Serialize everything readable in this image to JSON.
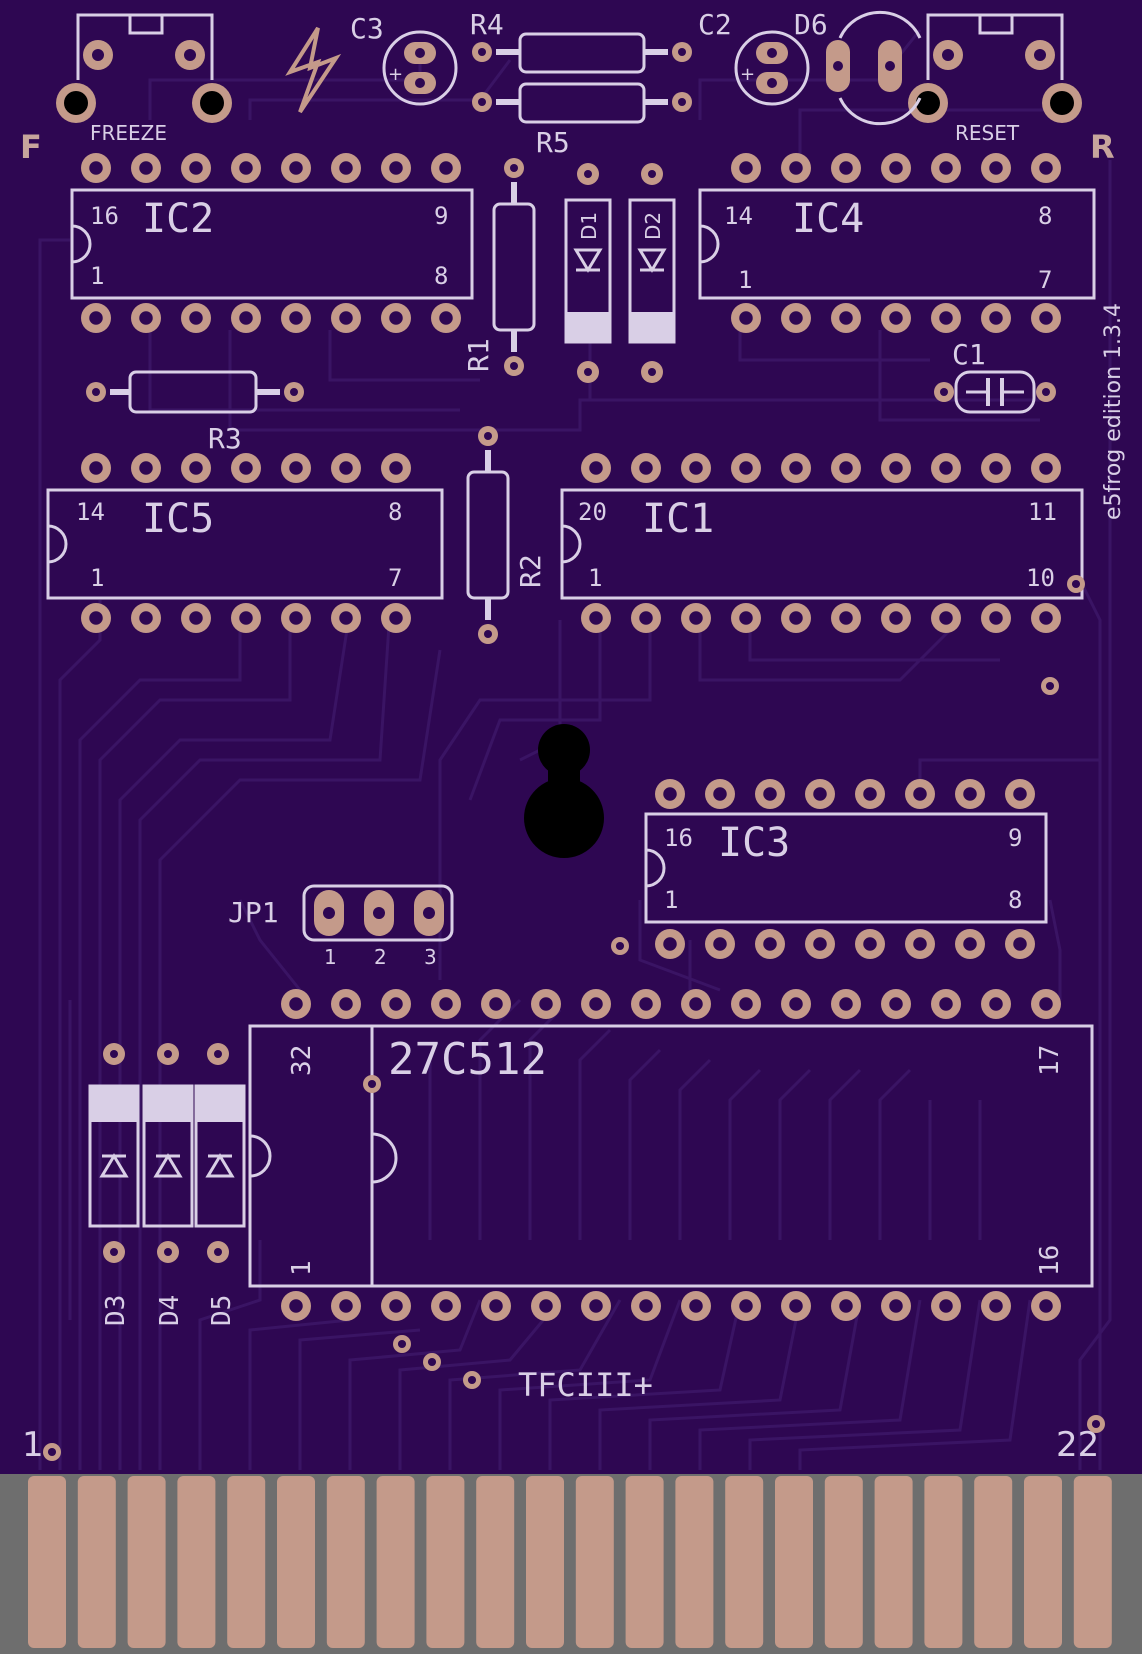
{
  "board": {
    "colors": {
      "pcb": "#2e0752",
      "trace": "#3a1464",
      "silkscreen": "#d9cfe6",
      "copper": "#c49a8a",
      "hole": "#2e0752",
      "edge": "#6e6e6e"
    }
  },
  "ics": [
    {
      "id": "IC2",
      "pin_first": "16",
      "pin_last_top": "9",
      "pin_1": "1",
      "pin_last_bottom": "8"
    },
    {
      "id": "IC4",
      "pin_first": "14",
      "pin_last_top": "8",
      "pin_1": "1",
      "pin_last_bottom": "7"
    },
    {
      "id": "IC5",
      "pin_first": "14",
      "pin_last_top": "8",
      "pin_1": "1",
      "pin_last_bottom": "7"
    },
    {
      "id": "IC1",
      "pin_first": "20",
      "pin_last_top": "11",
      "pin_1": "1",
      "pin_last_bottom": "10"
    },
    {
      "id": "IC3",
      "pin_first": "16",
      "pin_last_top": "9",
      "pin_1": "1",
      "pin_last_bottom": "8"
    }
  ],
  "eprom": {
    "id": "27C512",
    "pin_32": "32",
    "pin_17": "17",
    "pin_1": "1",
    "pin_16": "16"
  },
  "resistors": [
    "R1",
    "R2",
    "R3",
    "R4",
    "R5"
  ],
  "diodes": [
    "D1",
    "D2",
    "D3",
    "D4",
    "D5",
    "D6"
  ],
  "capacitors": [
    "C1",
    "C2",
    "C3"
  ],
  "jumper": {
    "id": "JP1",
    "pins": [
      "1",
      "2",
      "3"
    ]
  },
  "buttons": [
    {
      "id": "F",
      "label": "FREEZE"
    },
    {
      "id": "R",
      "label": "RESET"
    }
  ],
  "edition": "e5frog edition 1.3.4",
  "product": "TFCIII+",
  "edge_connector": {
    "first": "1",
    "last": "22",
    "fingers": 22
  }
}
